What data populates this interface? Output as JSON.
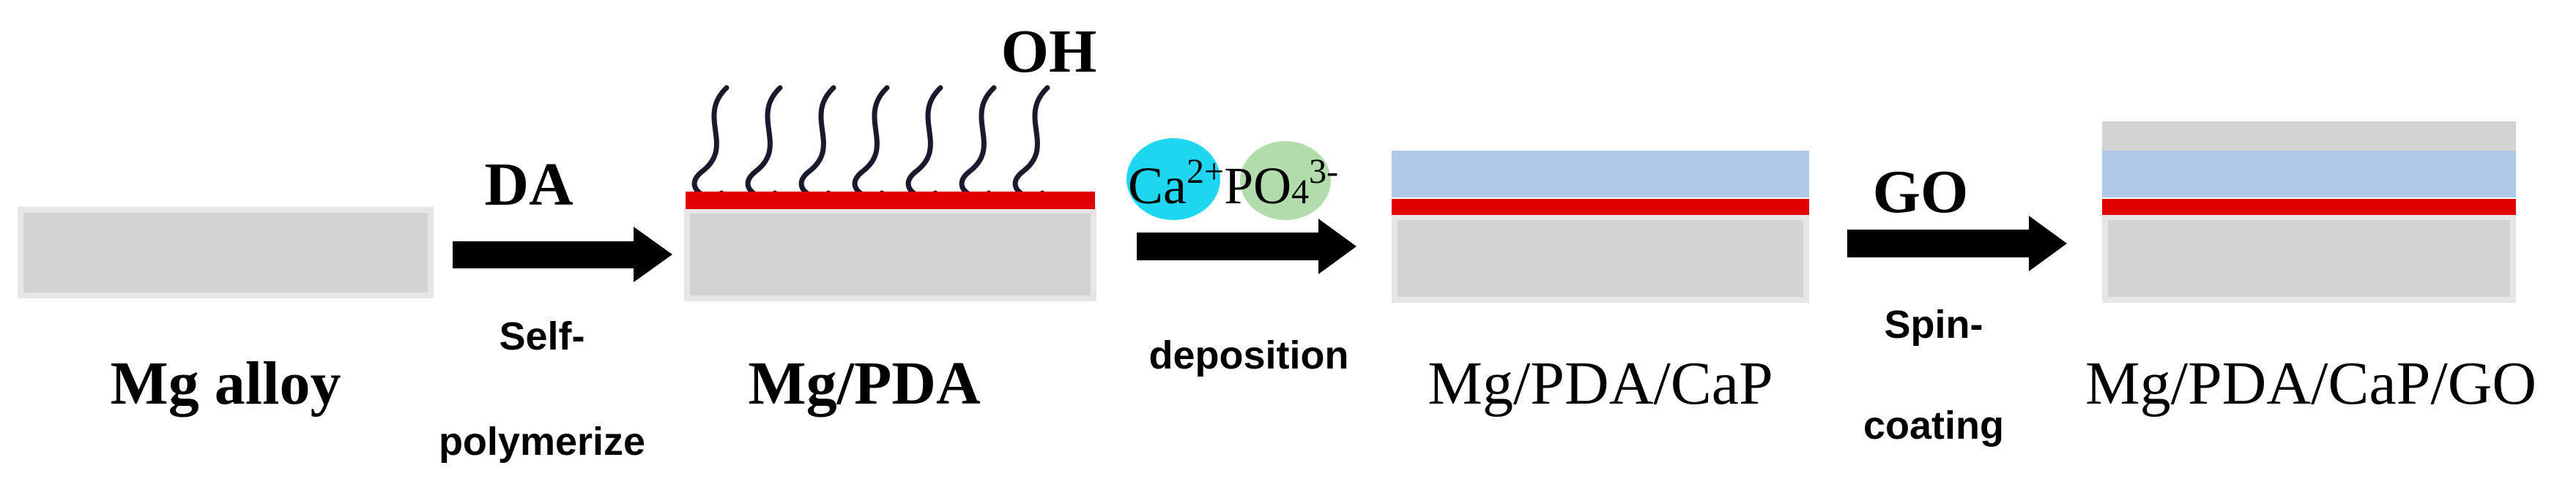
{
  "colors": {
    "substrate_fill": "#d3d3d3",
    "substrate_border": "#e6e6e6",
    "pda_layer": "#e00000",
    "cap_layer": "#aec8e8",
    "go_layer": "#d3d3d3",
    "ca_ion": "#1fd6f0",
    "po4_ion": "#b3dcac",
    "arrow": "#000000",
    "text": "#000000"
  },
  "stages": {
    "mg_alloy": {
      "label": "Mg alloy"
    },
    "mg_pda": {
      "label": "Mg/PDA",
      "oh_label": "OH"
    },
    "mg_pda_cap": {
      "label": "Mg/PDA/CaP"
    },
    "mg_pda_cap_go": {
      "label": "Mg/PDA/CaP/GO"
    }
  },
  "steps": {
    "step1": {
      "reagent": "DA",
      "process_line1": "Self-",
      "process_line2": "polymerize"
    },
    "step2": {
      "ca_base": "Ca",
      "ca_charge": "2+",
      "po_base": "PO",
      "po_sub": "4",
      "po_charge": "3-",
      "process": "deposition"
    },
    "step3": {
      "reagent": "GO",
      "process_line1": "Spin-",
      "process_line2": "coating"
    }
  }
}
